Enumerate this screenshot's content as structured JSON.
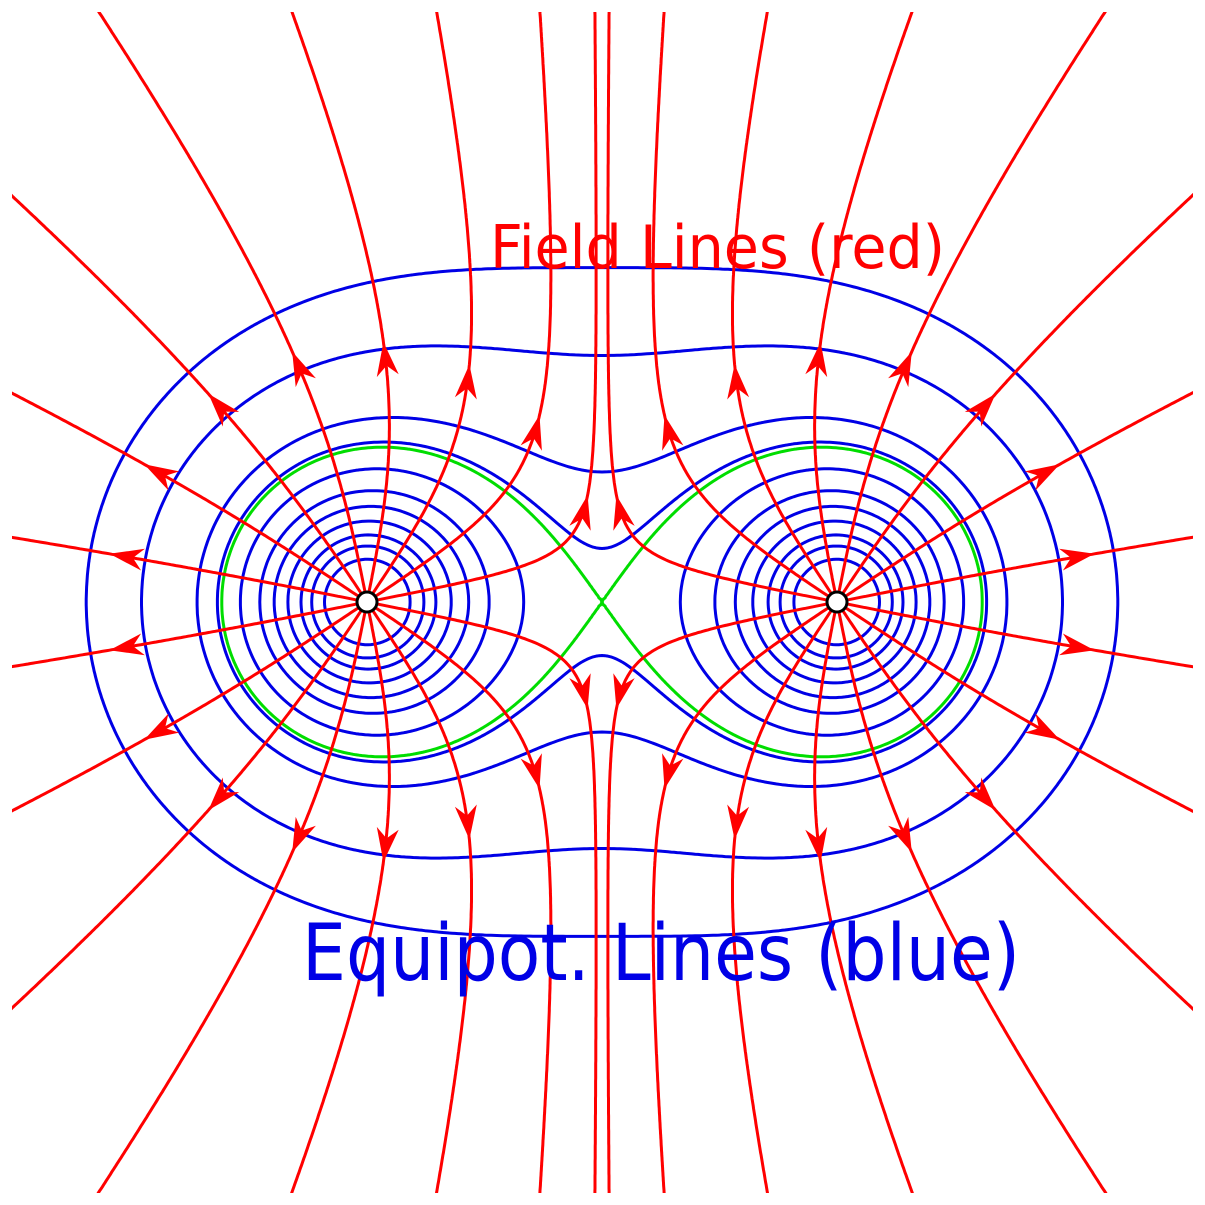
{
  "labels": {
    "field": "Field Lines (red)",
    "equipot": "Equipot. Lines (blue)"
  },
  "colors": {
    "field": "#ff0000",
    "equipotential": "#0000e6",
    "critical": "#00dd00",
    "charge_fill": "#ffffff",
    "charge_stroke": "#000000",
    "background": "#ffffff"
  },
  "diagram": {
    "charges": [
      {
        "id": "left",
        "sign": "+",
        "q": 1
      },
      {
        "id": "right",
        "sign": "+",
        "q": 1
      }
    ],
    "equipotential_levels": [
      6.0,
      4.7,
      4.0,
      3.4,
      2.95,
      2.6,
      2.25,
      1.95,
      1.75,
      1.38,
      1.15
    ],
    "critical_level": 2.0,
    "field_lines_per_charge": 16
  }
}
